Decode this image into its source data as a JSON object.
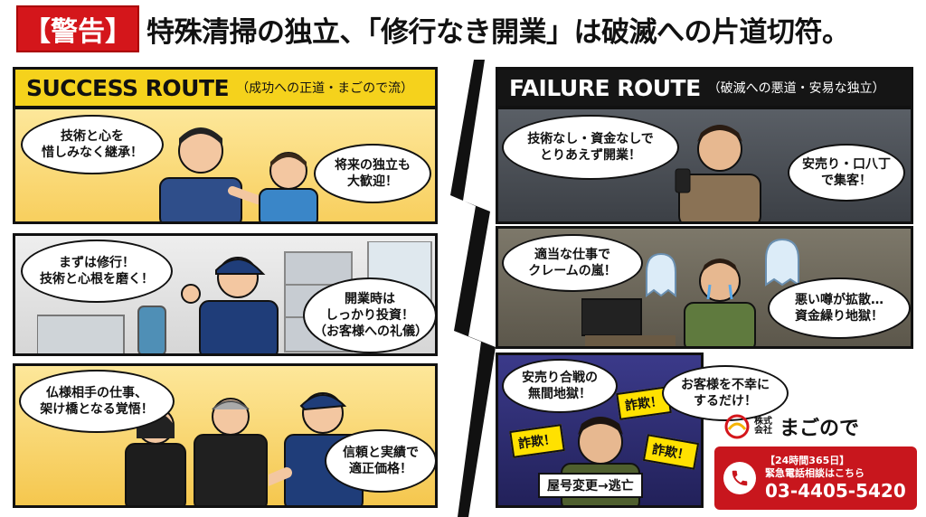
{
  "headline": {
    "warning_label": "【警告】",
    "text": "特殊清掃の独立、「修行なき開業」は破滅への片道切符。"
  },
  "success": {
    "title": "SUCCESS ROUTE",
    "subtitle": "（成功への正道・まごので流）",
    "panels": [
      {
        "bubbles": [
          "技術と心を\n惜しみなく継承！",
          "将来の独立も\n大歓迎！"
        ]
      },
      {
        "bubbles": [
          "まずは修行！\n技術と心根を磨く！",
          "開業時は\nしっかり投資！\n（お客様への礼儀）"
        ]
      },
      {
        "bubbles": [
          "仏様相手の仕事、\n架け橋となる覚悟！",
          "信頼と実績で\n適正価格！"
        ]
      }
    ]
  },
  "failure": {
    "title": "FAILURE ROUTE",
    "subtitle": "（破滅への悪道・安易な独立）",
    "panels": [
      {
        "bubbles": [
          "技術なし・資金なしで\nとりあえず開業！",
          "安売り・口八丁\nで集客！"
        ]
      },
      {
        "bubbles": [
          "適当な仕事で\nクレームの嵐！",
          "悪い噂が拡散…\n資金繰り地獄！"
        ]
      },
      {
        "bubbles": [
          "安売り合戦の\n無間地獄！",
          "お客様を不幸に\nするだけ！"
        ],
        "shouts": [
          "詐欺！",
          "詐欺！",
          "詐欺！"
        ],
        "caption": "屋号変更→逃亡"
      }
    ]
  },
  "logo": {
    "small": "株式\n会社",
    "name": "まごので"
  },
  "cta": {
    "line1": "【24時間365日】",
    "line2": "緊急電話相談はこちら",
    "phone": "03-4405-5420"
  },
  "colors": {
    "warning_red": "#d4161b",
    "success_yellow": "#f5d21c",
    "failure_black": "#151515",
    "cta_red": "#c8161d"
  }
}
